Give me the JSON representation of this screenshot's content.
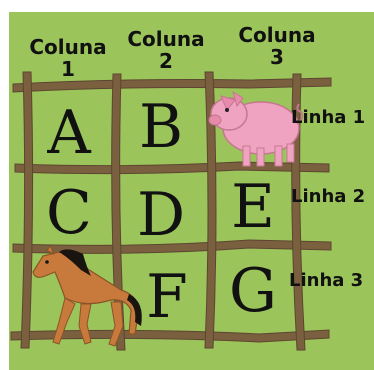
{
  "columns": [
    {
      "title": "Coluna",
      "number": "1"
    },
    {
      "title": "Coluna",
      "number": "2"
    },
    {
      "title": "Coluna",
      "number": "3"
    }
  ],
  "rows": [
    "Linha 1",
    "Linha 2",
    "Linha 3"
  ],
  "cells": {
    "r1c1": "A",
    "r1c2": "B",
    "r1c3": "pig",
    "r2c1": "C",
    "r2c2": "D",
    "r2c3": "E",
    "r3c1": "horse",
    "r3c2": "F",
    "r3c3": "G"
  },
  "colors": {
    "grass": "#9bc45b",
    "fence": "#7b6040",
    "pig": "#f0a3c0",
    "horse": "#c87a3c",
    "mane": "#1a1410"
  }
}
